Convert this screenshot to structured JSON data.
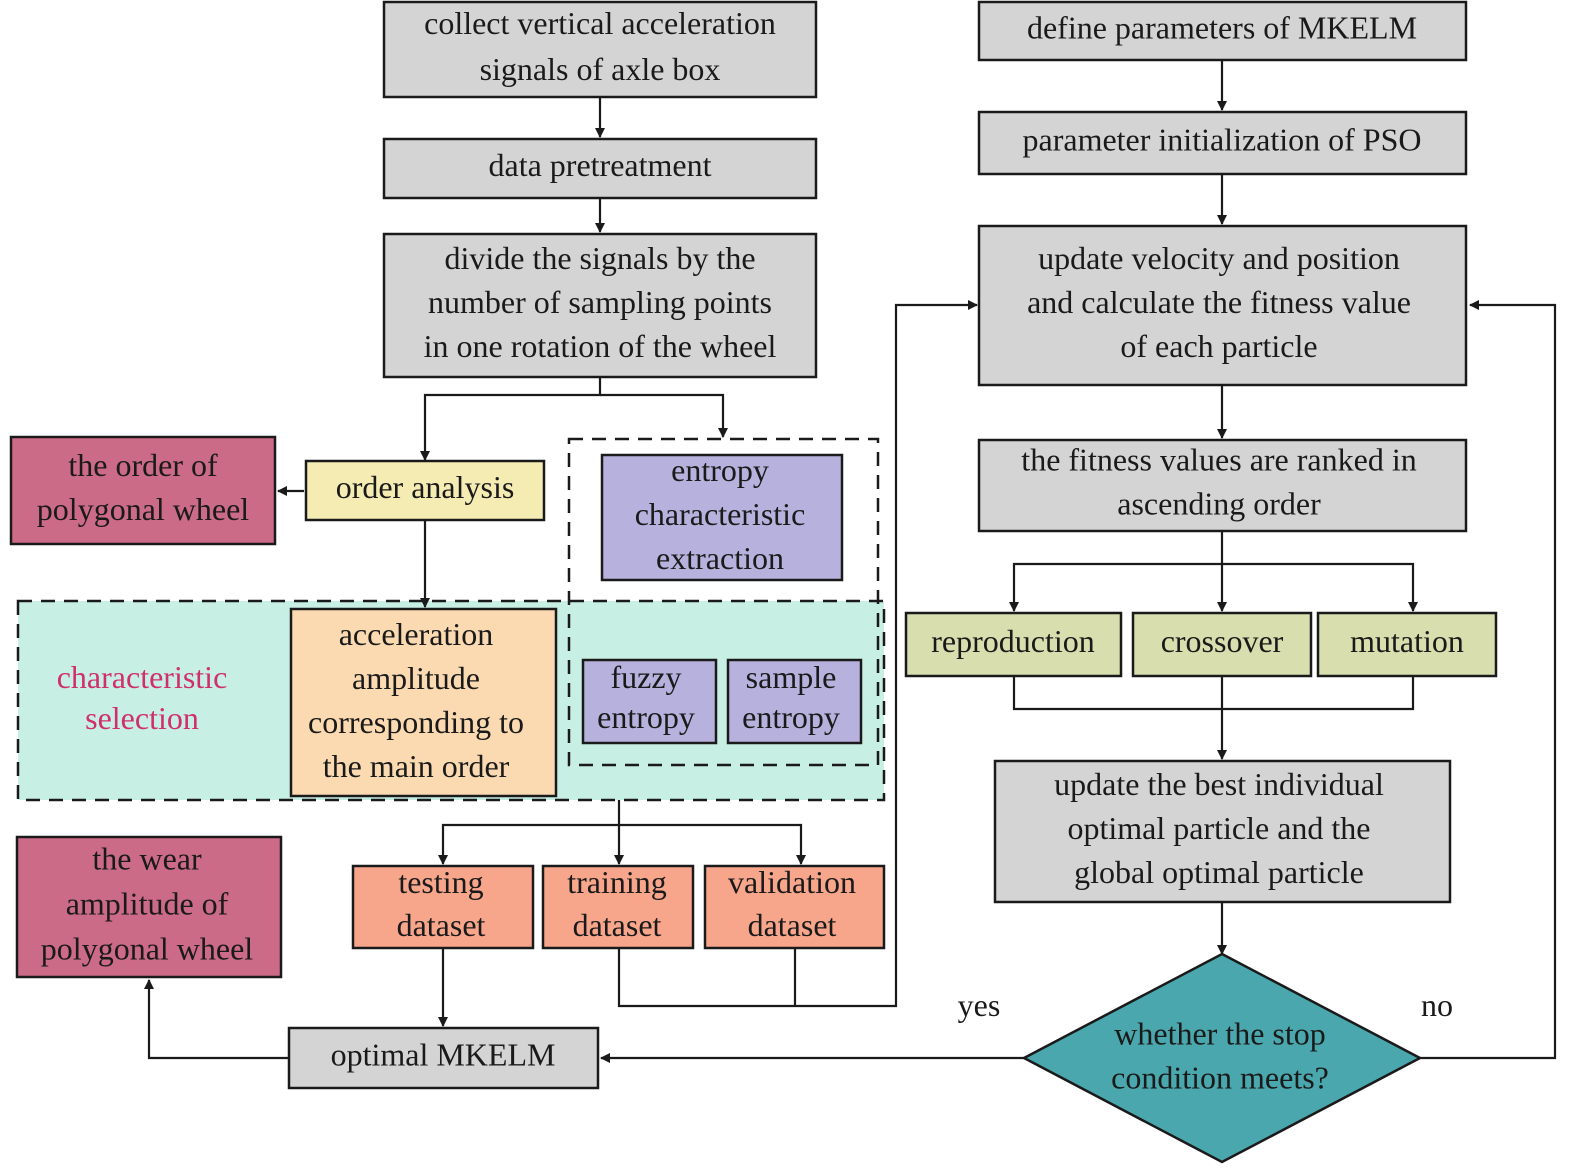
{
  "colors": {
    "gray": "#d4d4d4",
    "crimson": "#cc6b87",
    "yellow": "#f5ecb4",
    "purple": "#b6b1dd",
    "cyan": "#c7efe4",
    "peach": "#fbd9b1",
    "salmon": "#f7a68c",
    "olive": "#d8deae",
    "teal": "#4aa7ad",
    "pink_text": "#d0306a"
  },
  "nodes": {
    "collect": [
      "collect vertical acceleration",
      "signals of axle box"
    ],
    "pretreatment": [
      "data pretreatment"
    ],
    "divide": [
      "divide the signals by the",
      "number of sampling points",
      "in one rotation of the wheel"
    ],
    "order_analysis": [
      "order analysis"
    ],
    "polygonal_order": [
      "the order of",
      "polygonal wheel"
    ],
    "entropy_extraction": [
      "entropy",
      "characteristic",
      "extraction"
    ],
    "characteristic_selection": [
      "characteristic",
      "selection"
    ],
    "acceleration_amplitude": [
      "acceleration",
      "amplitude",
      "corresponding to",
      "the main order"
    ],
    "fuzzy_entropy": [
      "fuzzy",
      "entropy"
    ],
    "sample_entropy": [
      "sample",
      "entropy"
    ],
    "wear_amplitude": [
      "the wear",
      "amplitude of",
      "polygonal wheel"
    ],
    "testing": [
      "testing",
      "dataset"
    ],
    "training": [
      "training",
      "dataset"
    ],
    "validation": [
      "validation",
      "dataset"
    ],
    "optimal_mkelm": [
      "optimal MKELM"
    ],
    "define_params": [
      "define parameters of MKELM"
    ],
    "pso_init": [
      "parameter initialization of PSO"
    ],
    "update_velocity": [
      "update velocity and position",
      "and calculate the fitness value",
      "of each particle"
    ],
    "ranked": [
      "the fitness values are ranked in",
      "ascending order"
    ],
    "reproduction": [
      "reproduction"
    ],
    "crossover": [
      "crossover"
    ],
    "mutation": [
      "mutation"
    ],
    "update_best": [
      "update the best individual",
      "optimal particle and the",
      "global optimal particle"
    ],
    "stop_condition": [
      "whether the stop",
      "condition meets?"
    ]
  },
  "labels": {
    "yes": "yes",
    "no": "no"
  }
}
